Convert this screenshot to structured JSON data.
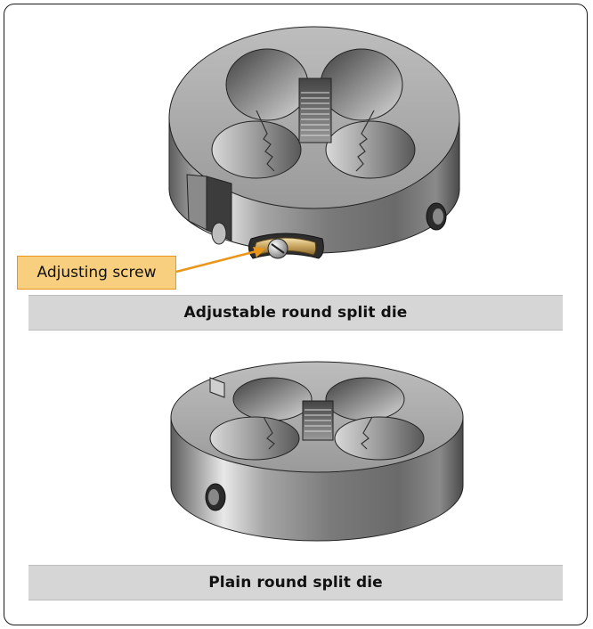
{
  "callout": {
    "label": "Adjusting screw"
  },
  "captions": {
    "top": "Adjustable round split die",
    "bottom": "Plain round split die"
  },
  "colors": {
    "callout_fill": "#f8cf7f",
    "callout_border": "#e9961a",
    "leader_arrow": "#e9961a",
    "caption_band": "#d6d6d6",
    "metal": "#9a9a9a"
  }
}
